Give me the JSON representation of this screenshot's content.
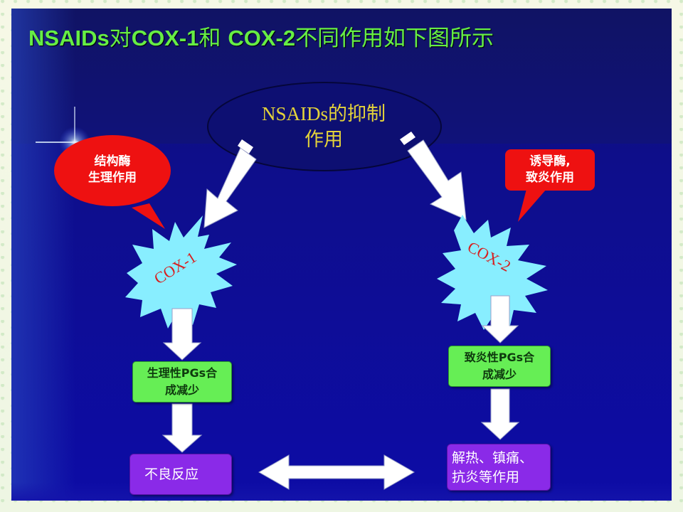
{
  "title": {
    "latin1": "NSAIDs",
    "cjk1": "对",
    "latin2": "COX-1",
    "cjk2": "和 ",
    "latin3": "COX-2",
    "cjk3": "不同作用如下图所示"
  },
  "center": {
    "line1": "NSAIDs的抑制",
    "line2": "作用"
  },
  "left_bubble": {
    "line1": "结构酶",
    "line2": "生理作用"
  },
  "right_bubble": {
    "line1": "诱导酶,",
    "line2": "致炎作用"
  },
  "cox1_label": "COX-1",
  "cox2_label": "COX-2",
  "left_box": {
    "line1": "生理性PGs合",
    "line2": "成减少"
  },
  "right_box": {
    "line1": "致炎性PGs合",
    "line2": "成减少"
  },
  "bottom_left": "不良反应",
  "bottom_right": {
    "line1": "解热、镇痛、",
    "line2": "抗炎等作用"
  },
  "colors": {
    "slide_bg": "#0e0e8a",
    "title": "#66ee44",
    "center_text": "#e3d23a",
    "bubble_red": "#ee1111",
    "burst_cyan": "#88eeff",
    "green_box": "#66ee55",
    "purple_box": "#8a2ae8",
    "arrow_white": "#ffffff"
  }
}
